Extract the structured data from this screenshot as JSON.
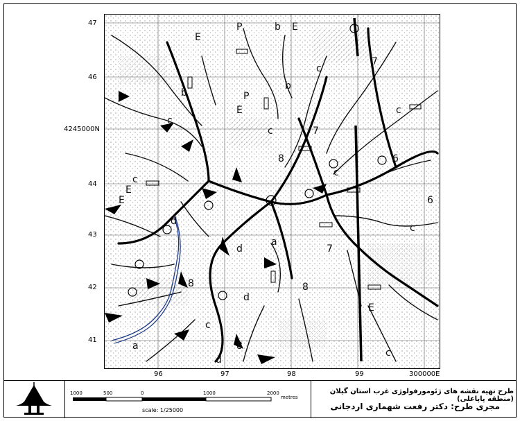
{
  "map": {
    "northing_labels": [
      "47",
      "46",
      "4245000N",
      "44",
      "43",
      "42",
      "41"
    ],
    "easting_labels": [
      "96",
      "97",
      "98",
      "99",
      "300000E"
    ],
    "feature_codes": [
      "E",
      "b",
      "E",
      "c",
      "P",
      "c",
      "E",
      "b",
      "c",
      "P",
      "E",
      "d",
      "d",
      "a",
      "c",
      "7",
      "c",
      "8",
      "d",
      "7",
      "E",
      "c",
      "8",
      "d",
      "b",
      "6",
      "c",
      "7",
      "8",
      "8",
      "a",
      "c",
      "6",
      "E",
      "c"
    ],
    "colors": {
      "ink": "#111111",
      "river": "#1f3c88",
      "hatch": "#333333"
    }
  },
  "legend": {
    "scale_ticks": [
      "1000",
      "500",
      "0",
      "1000",
      "2000"
    ],
    "scale_unit": "metres",
    "scale_text": "scale: 1/25000",
    "logo_icon": "pagoda-logo-icon"
  },
  "title_block": {
    "line1": "طرح تهیه نقشه های ژئومورفولوژی غرب استان گیلان (منطقه پاپاعلی)",
    "line2": "مجری طرح: دکتر رفعت شهماری اردجانی"
  }
}
